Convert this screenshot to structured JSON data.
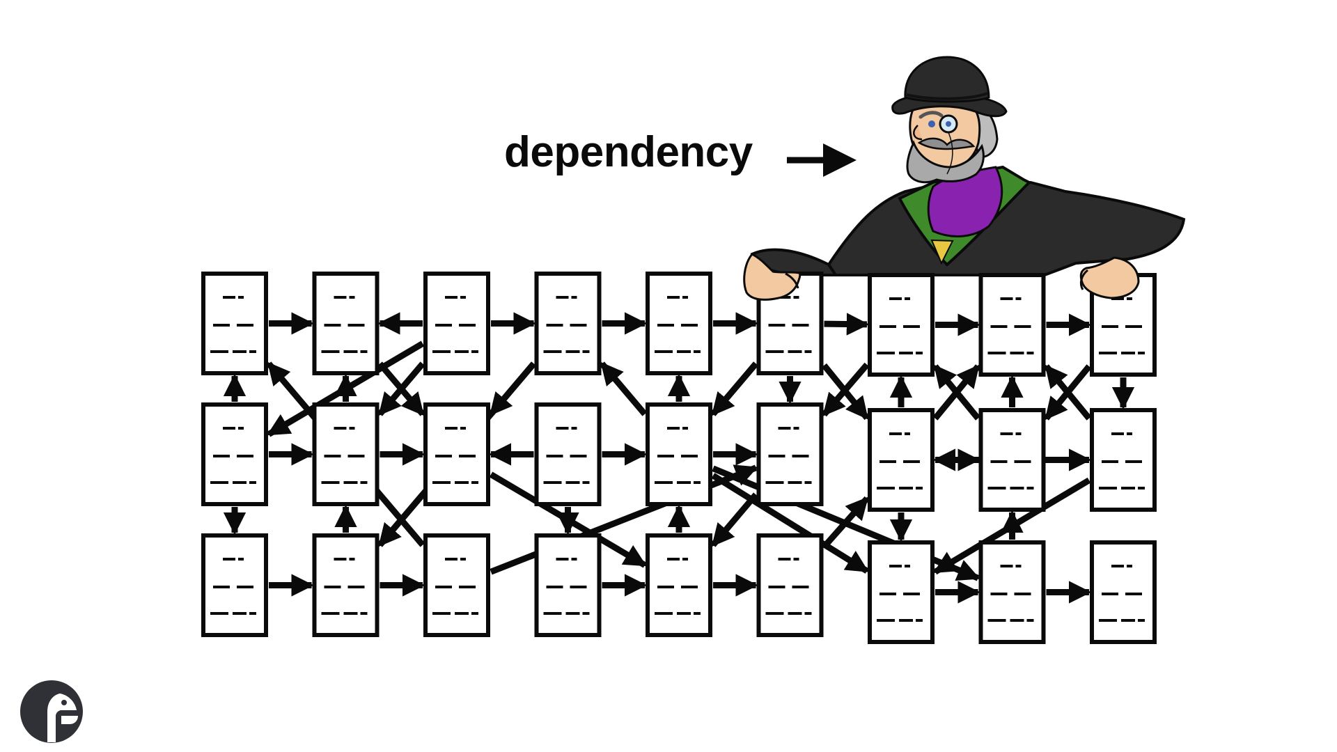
{
  "label": {
    "text": "dependency"
  },
  "colors": {
    "ink": "#0a0a0a",
    "paper": "#ffffff",
    "skin": "#f2c9a0",
    "coat": "#2b2b2b",
    "lapel": "#3f8a2a",
    "cravat": "#8a22b0",
    "vest": "#e8c842",
    "beard": "#a9a9a9",
    "logo": "#2f3136"
  },
  "icons": {
    "mascot": "gentleman-with-bowler-hat",
    "logo": "bird-logo-icon",
    "label_arrow": "arrow-right-icon"
  },
  "grid": {
    "cols": 9,
    "rows": 3
  },
  "edges": [
    [
      0,
      0,
      1,
      0
    ],
    [
      2,
      0,
      1,
      0
    ],
    [
      2,
      0,
      3,
      0
    ],
    [
      3,
      0,
      4,
      0
    ],
    [
      4,
      0,
      5,
      0
    ],
    [
      5,
      0,
      6,
      0
    ],
    [
      6,
      0,
      7,
      0
    ],
    [
      7,
      0,
      8,
      0
    ],
    [
      0,
      1,
      1,
      1
    ],
    [
      1,
      1,
      2,
      1
    ],
    [
      3,
      1,
      4,
      1
    ],
    [
      4,
      1,
      5,
      1
    ],
    [
      6,
      1,
      7,
      1
    ],
    [
      7,
      1,
      8,
      1
    ],
    [
      0,
      2,
      1,
      2
    ],
    [
      1,
      2,
      2,
      2
    ],
    [
      3,
      2,
      4,
      2
    ],
    [
      4,
      2,
      5,
      2
    ],
    [
      6,
      2,
      7,
      2
    ],
    [
      7,
      2,
      8,
      2
    ],
    [
      0,
      1,
      0,
      0
    ],
    [
      1,
      1,
      1,
      0
    ],
    [
      4,
      1,
      4,
      0
    ],
    [
      6,
      1,
      6,
      0
    ],
    [
      7,
      1,
      7,
      0
    ],
    [
      1,
      2,
      1,
      1
    ],
    [
      4,
      2,
      4,
      1
    ],
    [
      7,
      2,
      7,
      1
    ],
    [
      0,
      1,
      0,
      2
    ],
    [
      3,
      1,
      3,
      2
    ],
    [
      6,
      1,
      6,
      2
    ],
    [
      8,
      0,
      8,
      1
    ],
    [
      5,
      0,
      5,
      1
    ],
    [
      2,
      0,
      0,
      1
    ],
    [
      2,
      0,
      1,
      1
    ],
    [
      1,
      0,
      2,
      1
    ],
    [
      2,
      2,
      0,
      0
    ],
    [
      3,
      0,
      2,
      1
    ],
    [
      3,
      0,
      1,
      2
    ],
    [
      2,
      1,
      1,
      2
    ],
    [
      2,
      1,
      4,
      2
    ],
    [
      3,
      1,
      2,
      1
    ],
    [
      5,
      0,
      4,
      1
    ],
    [
      4,
      0,
      5,
      0
    ],
    [
      5,
      0,
      4,
      1
    ],
    [
      6,
      0,
      5,
      1
    ],
    [
      4,
      1,
      3,
      0
    ],
    [
      4,
      1,
      6,
      2
    ],
    [
      4,
      1,
      7,
      2
    ],
    [
      2,
      2,
      5,
      1
    ],
    [
      5,
      1,
      4,
      2
    ],
    [
      5,
      0,
      6,
      1
    ],
    [
      6,
      1,
      7,
      0
    ],
    [
      7,
      1,
      6,
      0
    ],
    [
      8,
      1,
      7,
      0
    ],
    [
      8,
      0,
      7,
      1
    ],
    [
      8,
      1,
      6,
      2
    ],
    [
      5,
      2,
      6,
      1
    ],
    [
      8,
      1,
      6,
      1
    ]
  ]
}
